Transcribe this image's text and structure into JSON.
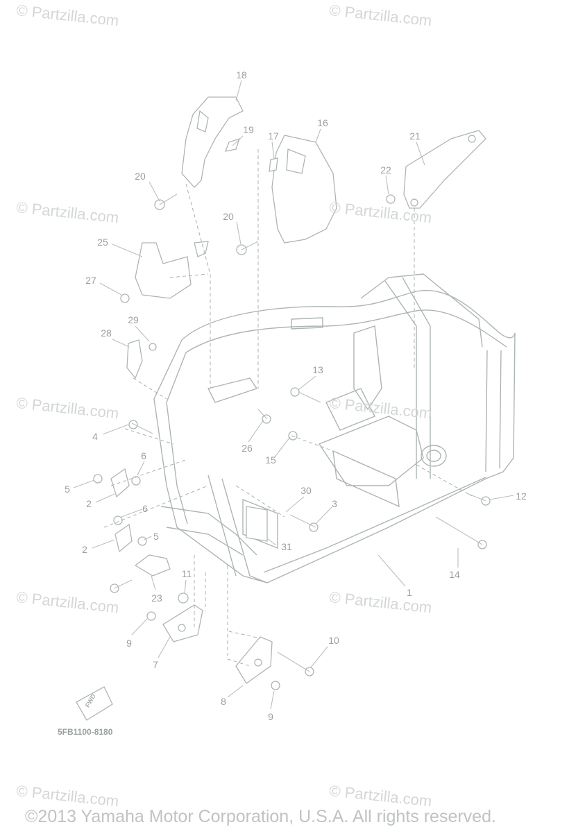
{
  "watermarks": [
    "© Partzilla.com",
    "© Partzilla.com",
    "© Partzilla.com",
    "© Partzilla.com",
    "© Partzilla.com",
    "© Partzilla.com",
    "© Partzilla.com",
    "© Partzilla.com",
    "© Partzilla.com",
    "© Partzilla.com"
  ],
  "callouts": [
    "18",
    "19",
    "17",
    "16",
    "21",
    "22",
    "20",
    "20",
    "25",
    "27",
    "29",
    "28",
    "13",
    "4",
    "26",
    "6",
    "15",
    "5",
    "2",
    "30",
    "6",
    "3",
    "12",
    "2",
    "5",
    "31",
    "14",
    "11",
    "1",
    "23",
    "10",
    "9",
    "7",
    "8",
    "9"
  ],
  "part_code": "5FB1100-8180",
  "fwd_label": "FWD",
  "copyright": "©2013 Yamaha Motor Corporation, U.S.A. All rights reserved."
}
